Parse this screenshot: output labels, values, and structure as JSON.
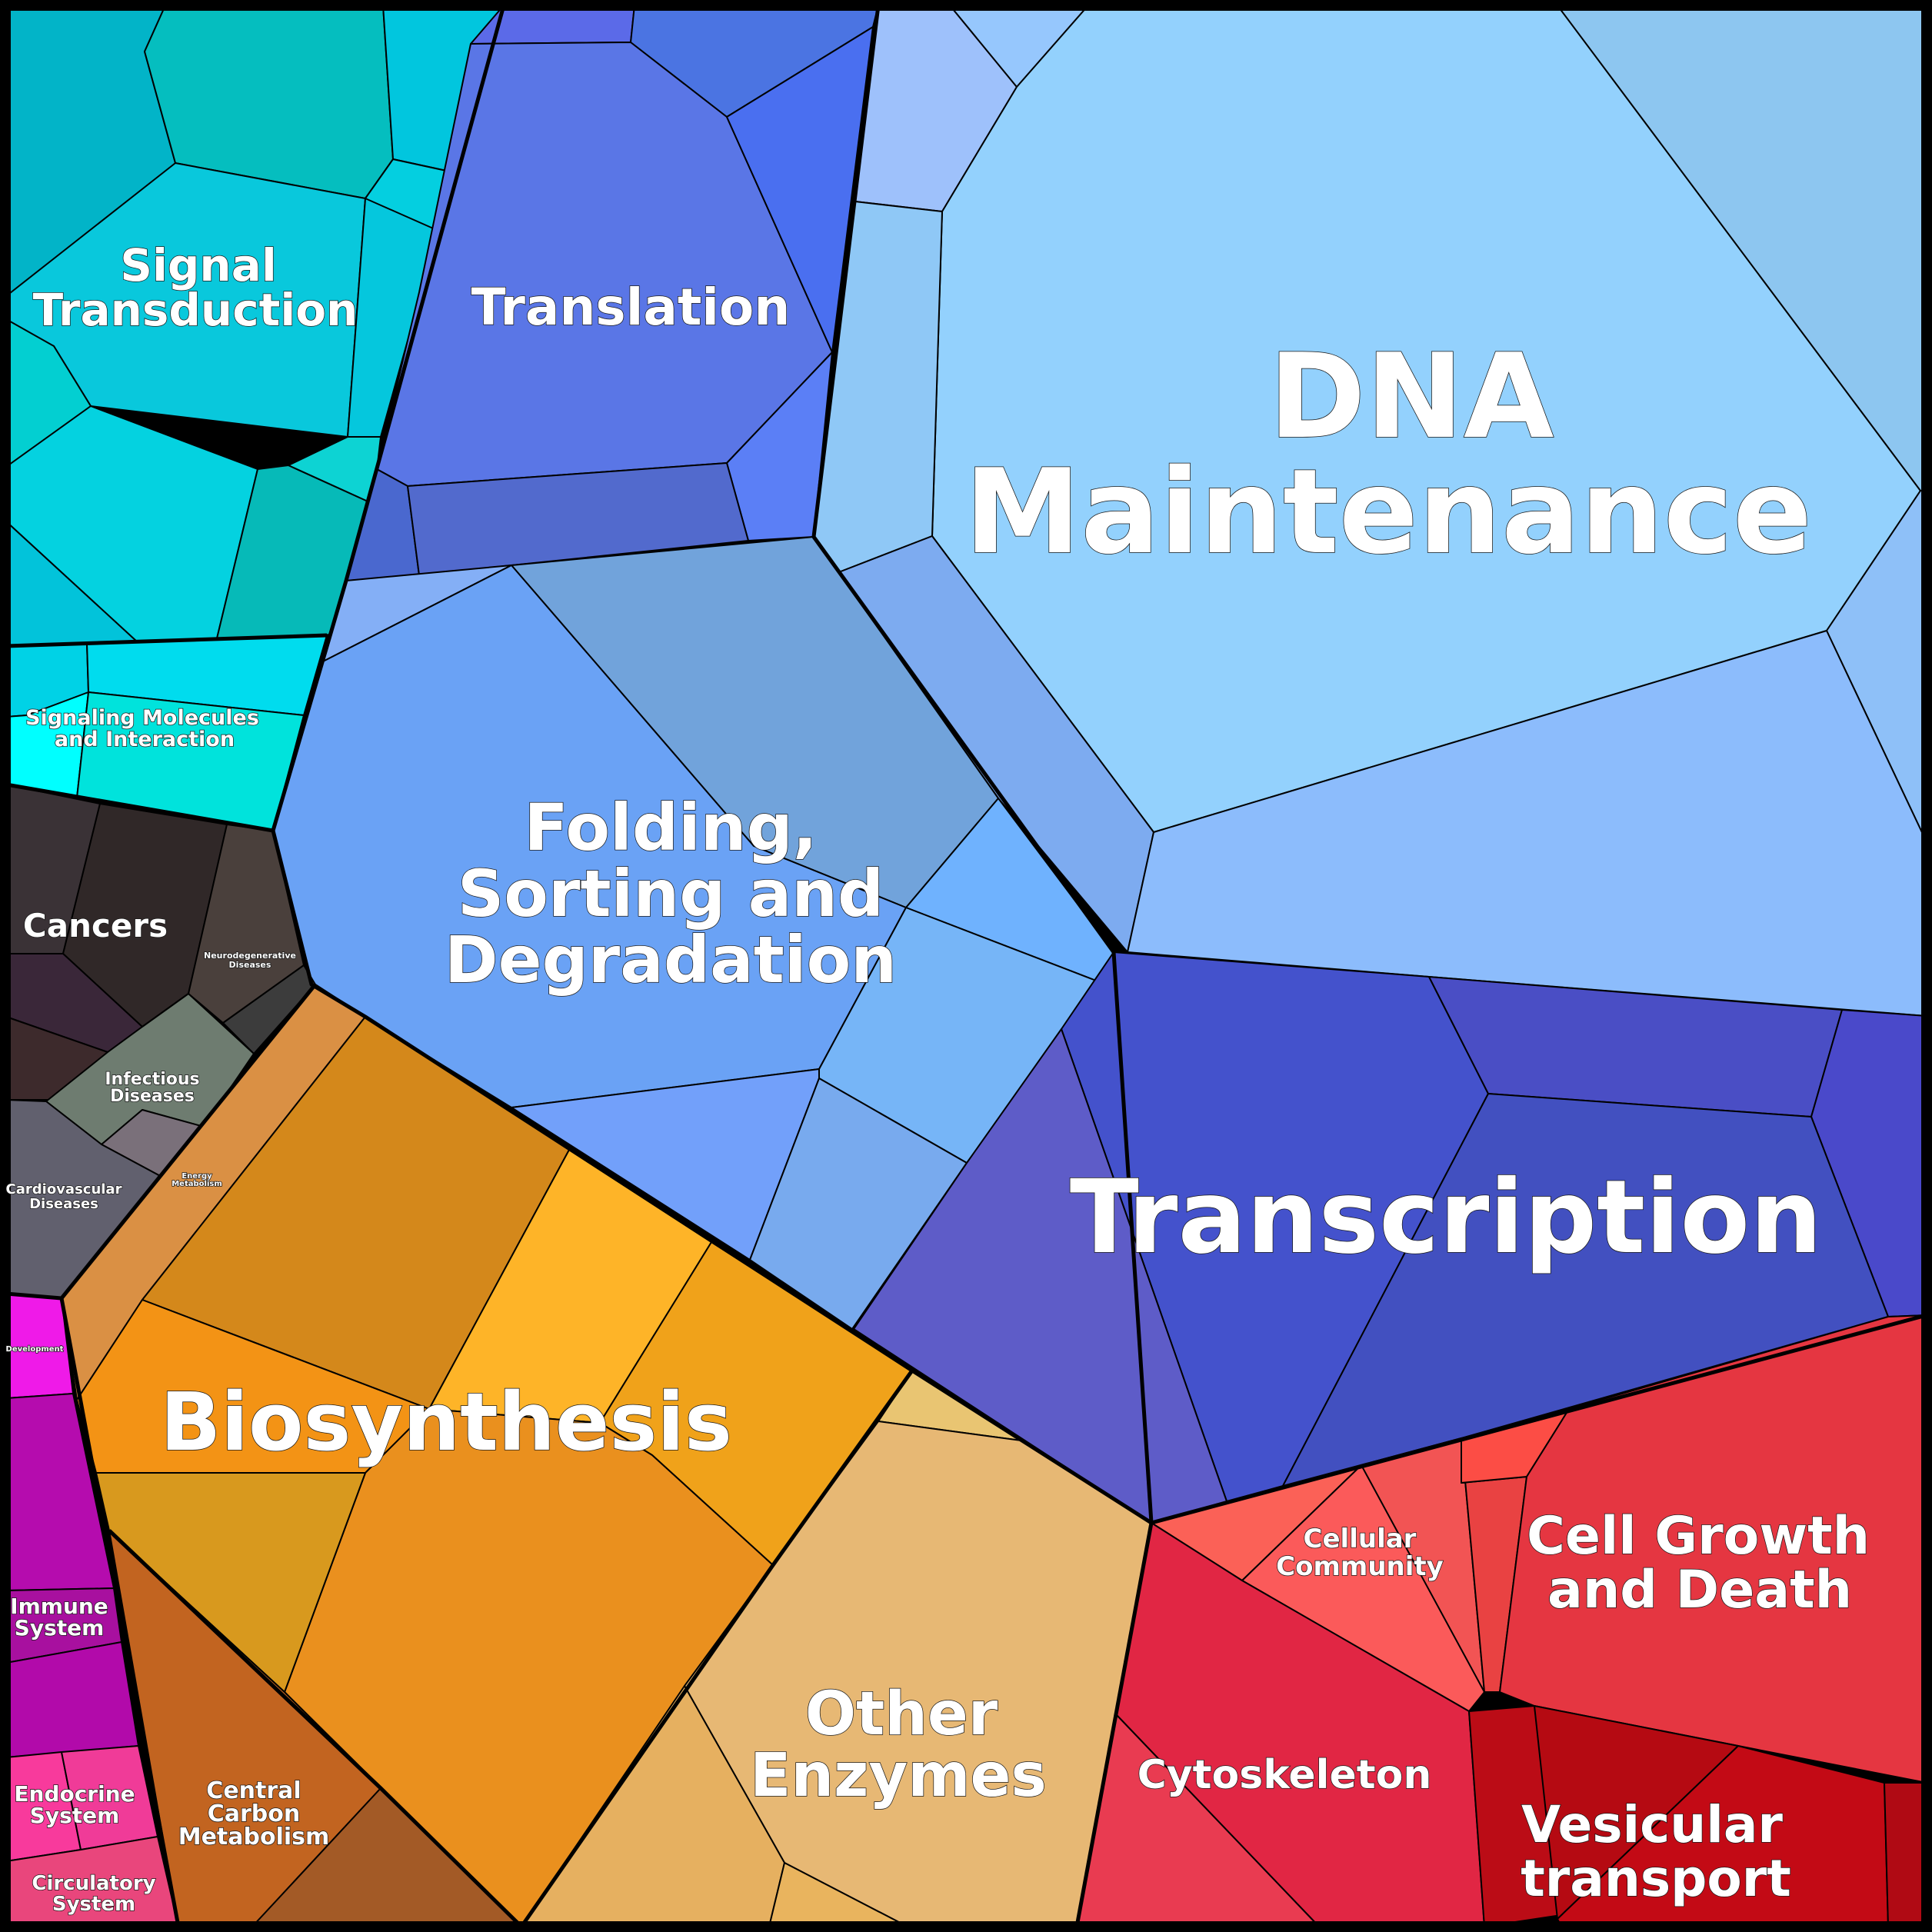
{
  "chart_data": {
    "type": "voronoi-treemap",
    "title": "",
    "categories": [
      {
        "name": "DNA Maintenance",
        "color": "#93d1fd"
      },
      {
        "name": "Transcription",
        "color": "#4452cc"
      },
      {
        "name": "Folding, Sorting and Degradation",
        "color": "#6aa2f5"
      },
      {
        "name": "Translation",
        "color": "#5a76e6"
      },
      {
        "name": "Signal Transduction",
        "color": "#06c1d6"
      },
      {
        "name": "Signaling Molecules and Interaction",
        "color": "#00dcea"
      },
      {
        "name": "Cancers",
        "color": "#302828"
      },
      {
        "name": "Neurodegenerative Diseases",
        "color": "#4a403c"
      },
      {
        "name": "Infectious Diseases",
        "color": "#6e7c70"
      },
      {
        "name": "Cardiovascular Diseases",
        "color": "#61606e"
      },
      {
        "name": "Energy Metabolism",
        "color": "#da9044"
      },
      {
        "name": "Biosynthesis",
        "color": "#ea901e"
      },
      {
        "name": "Central Carbon Metabolism",
        "color": "#c26420"
      },
      {
        "name": "Other Enzymes",
        "color": "#e7b670"
      },
      {
        "name": "Development",
        "color": "#ef1ae8"
      },
      {
        "name": "Immune System",
        "color": "#b50cae"
      },
      {
        "name": "Endocrine System",
        "color": "#f83a9c"
      },
      {
        "name": "Circulatory System",
        "color": "#e9467c"
      },
      {
        "name": "Cellular Community",
        "color": "#fb5a5a"
      },
      {
        "name": "Cell Growth and Death",
        "color": "#e53641"
      },
      {
        "name": "Cytoskeleton",
        "color": "#e12644"
      },
      {
        "name": "Vesicular transport",
        "color": "#bd0b15"
      }
    ]
  },
  "labels": {
    "dna_1": "DNA",
    "dna_2": "Maintenance",
    "transcription": "Transcription",
    "folding_1": "Folding,",
    "folding_2": "Sorting and",
    "folding_3": "Degradation",
    "translation": "Translation",
    "signal_1": "Signal",
    "signal_2": "Transduction",
    "signaling_1": "Signaling Molecules",
    "signaling_2": "and Interaction",
    "cancers": "Cancers",
    "neuro_1": "Neurodegenerative",
    "neuro_2": "Diseases",
    "infectious_1": "Infectious",
    "infectious_2": "Diseases",
    "cardio_1": "Cardiovascular",
    "cardio_2": "Diseases",
    "energy_1": "Energy",
    "energy_2": "Metabolism",
    "biosynthesis": "Biosynthesis",
    "central_1": "Central",
    "central_2": "Carbon",
    "central_3": "Metabolism",
    "other_1": "Other",
    "other_2": "Enzymes",
    "development": "Development",
    "immune_1": "Immune",
    "immune_2": "System",
    "endocrine_1": "Endocrine",
    "endocrine_2": "System",
    "circulatory_1": "Circulatory",
    "circulatory_2": "System",
    "cellcomm_1": "Cellular",
    "cellcomm_2": "Community",
    "cellgrowth_1": "Cell Growth",
    "cellgrowth_2": "and Death",
    "cytoskeleton": "Cytoskeleton",
    "vesicular_1": "Vesicular",
    "vesicular_2": "transport"
  }
}
